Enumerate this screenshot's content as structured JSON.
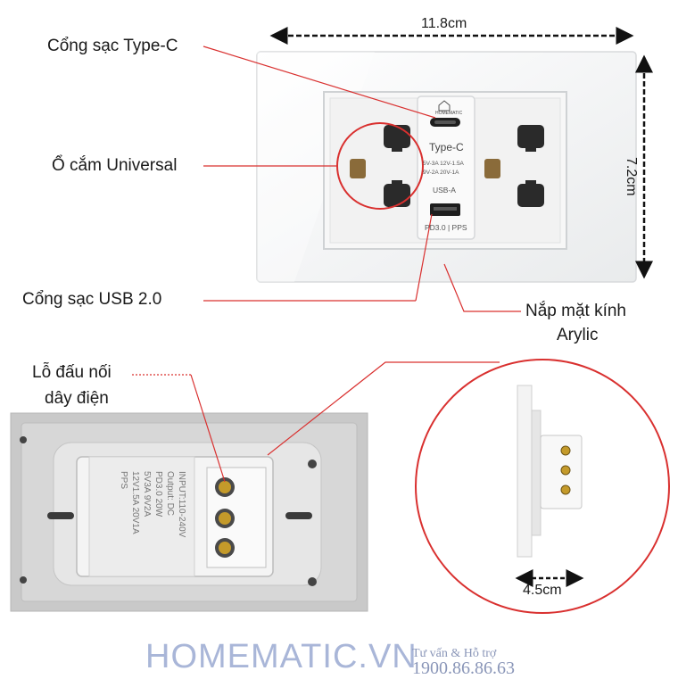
{
  "dimensions": {
    "width": "11.8cm",
    "height": "7.2cm",
    "depth": "4.5cm"
  },
  "labels": {
    "type_c_port": "Cổng sạc Type-C",
    "universal_socket": "Ổ cắm Universal",
    "usb_port": "Cổng sạc USB 2.0",
    "cover_line1": "Nắp mặt kính",
    "cover_line2": "Arylic",
    "terminal_line1": "Lỗ đấu nối",
    "terminal_line2": "dây điện"
  },
  "module": {
    "brand": "HOMEMATIC",
    "type_c_title": "Type-C",
    "type_c_spec1": "5V-3A 12V-1.5A",
    "type_c_spec2": "9V-2A 20V-1A",
    "usb_a_title": "USB-A",
    "usb_a_spec": "PD3.0 | PPS"
  },
  "back_label": {
    "line1": "INPUT:110-240V",
    "line2": "Output: DC",
    "line3": "PD3.0  20W",
    "line4": "5V3A  9V2A",
    "line5": "12V1.5A  20V1A",
    "line6": "PPS"
  },
  "footer": {
    "logo": "HOMEMATIC.VN",
    "tagline": "Tư vấn & Hỗ trợ",
    "phone": "1900.86.86.63"
  },
  "colors": {
    "accent_red": "#d9302f",
    "logo_blue": "#a9b6d8"
  }
}
